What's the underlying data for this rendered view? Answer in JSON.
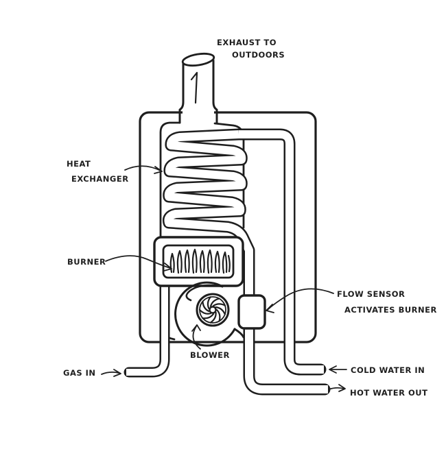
{
  "diagram": {
    "colors": {
      "ink": "#1e1e1e",
      "paper": "#ffffff"
    },
    "labels": {
      "exhaust": {
        "line1": "EXHAUST TO",
        "line2": "OUTDOORS"
      },
      "heat_exchanger": {
        "line1": "HEAT",
        "line2": "EXCHANGER"
      },
      "burner": {
        "text": "BURNER"
      },
      "flow_sensor": {
        "line1": "FLOW SENSOR",
        "line2": "ACTIVATES BURNER"
      },
      "blower": {
        "text": "BLOWER"
      },
      "gas_in": {
        "text": "GAS IN"
      },
      "cold_water_in": {
        "text": "COLD WATER IN"
      },
      "hot_water_out": {
        "text": "HOT WATER OUT"
      }
    }
  }
}
